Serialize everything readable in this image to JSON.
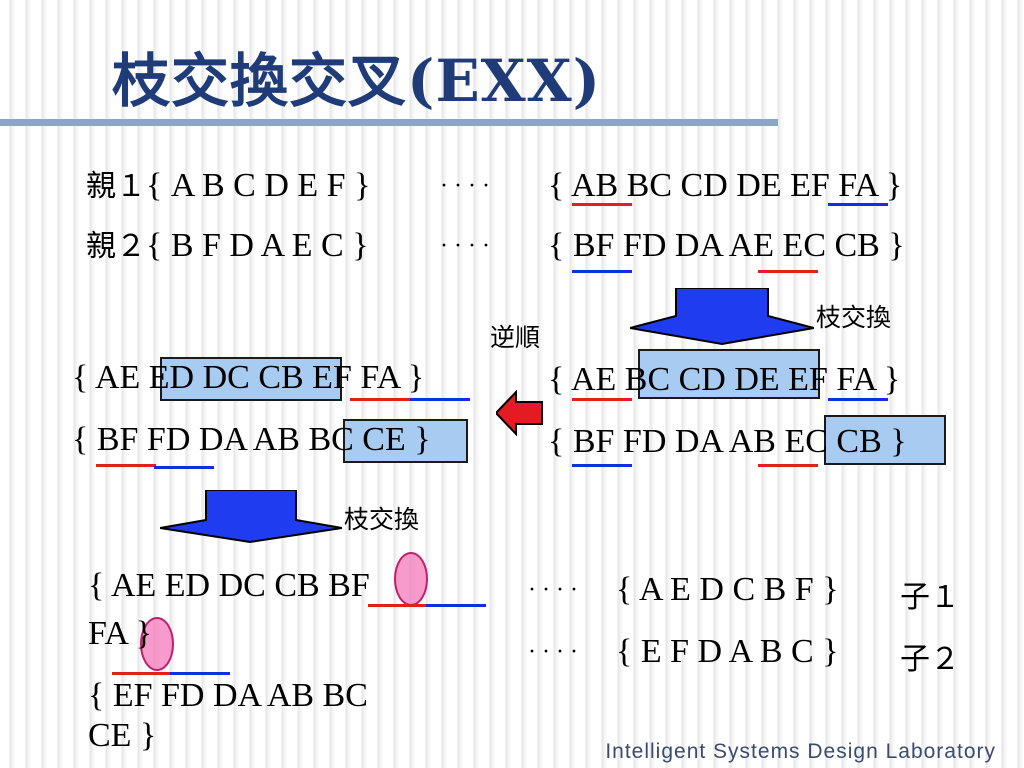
{
  "title": "枝交換交叉(EXX)",
  "parent1": {
    "label": "親１",
    "cities": "{ A B C D E F }",
    "dots": "· · · ·",
    "edges": "{ AB BC CD DE EF FA }"
  },
  "parent2": {
    "label": "親２",
    "cities": "{ B F D A E C }",
    "dots": "· · · ·",
    "edges": "{ BF FD DA AE EC CB }"
  },
  "label_exchange_1": "枝交換",
  "label_reverse": "逆順",
  "label_exchange_2": "枝交換",
  "mid_right_1": "{ AE BC CD DE EF FA }",
  "mid_right_2": "{ BF FD DA AB EC CB }",
  "mid_left_1": "{ AE ED DC CB EF FA }",
  "mid_left_2": "{ BF FD DA AB BC CE }",
  "result_1_line1": "{ AE ED DC CB BF",
  "result_1_line2": "FA }",
  "result_2_line1": "{ EF FD DA AB BC",
  "result_2_line2": "CE }",
  "child1": {
    "dots": "· · · ·",
    "cities": "{ A E D C B F }",
    "label": "子１"
  },
  "child2": {
    "dots": "· · · ·",
    "cities": "{ E F D A B C }",
    "label": "子２"
  },
  "footer": "Intelligent Systems Design Laboratory",
  "colors": {
    "title": "#1f3c78",
    "highlight": "#a8cbf2",
    "red_line": "#e02020",
    "blue_line": "#1030e0",
    "arrow_blue": "#1f3cf0",
    "arrow_red": "#e31b23",
    "circle": "#f47abc"
  }
}
